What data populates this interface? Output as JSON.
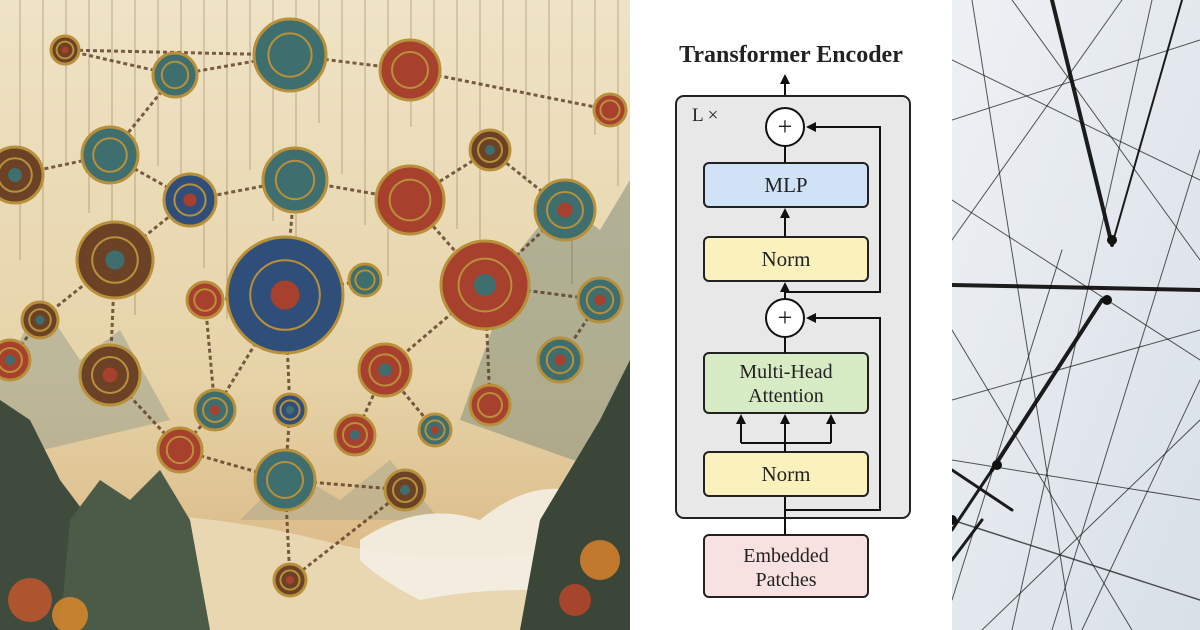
{
  "left_art": {
    "description_icon": "ornament-network-painting",
    "colors": {
      "sky": "#e8d9b8",
      "sky_warm": "#d9b98a",
      "mountain_dark": "#3e4a3c",
      "mountain_mid": "#7d8b7a",
      "mist": "#f2ece0",
      "node_red": "#a8402e",
      "node_teal": "#3f6e6e",
      "node_blue": "#2f4f7a",
      "node_brown": "#6b4226",
      "gold": "#b8903a",
      "chain": "#5a3a24"
    }
  },
  "diagram": {
    "title": "Transformer Encoder",
    "repeat_label": "L ×",
    "blocks": {
      "mlp": "MLP",
      "norm_top": "Norm",
      "attention_line1": "Multi-Head",
      "attention_line2": "Attention",
      "norm_bottom": "Norm",
      "input_line1": "Embedded",
      "input_line2": "Patches"
    },
    "plus_symbol": "+",
    "colors": {
      "frame_fill": "#e8e8e8",
      "frame_stroke": "#222222",
      "mlp_fill": "#cfe2f6",
      "norm_fill": "#fbf1bd",
      "attention_fill": "#d7ebc4",
      "input_fill": "#f8e1e1",
      "arrow": "#111111"
    }
  },
  "right_art": {
    "description_icon": "string-network-photo",
    "colors": {
      "background": "#e4e9ef",
      "string": "#111111"
    }
  }
}
